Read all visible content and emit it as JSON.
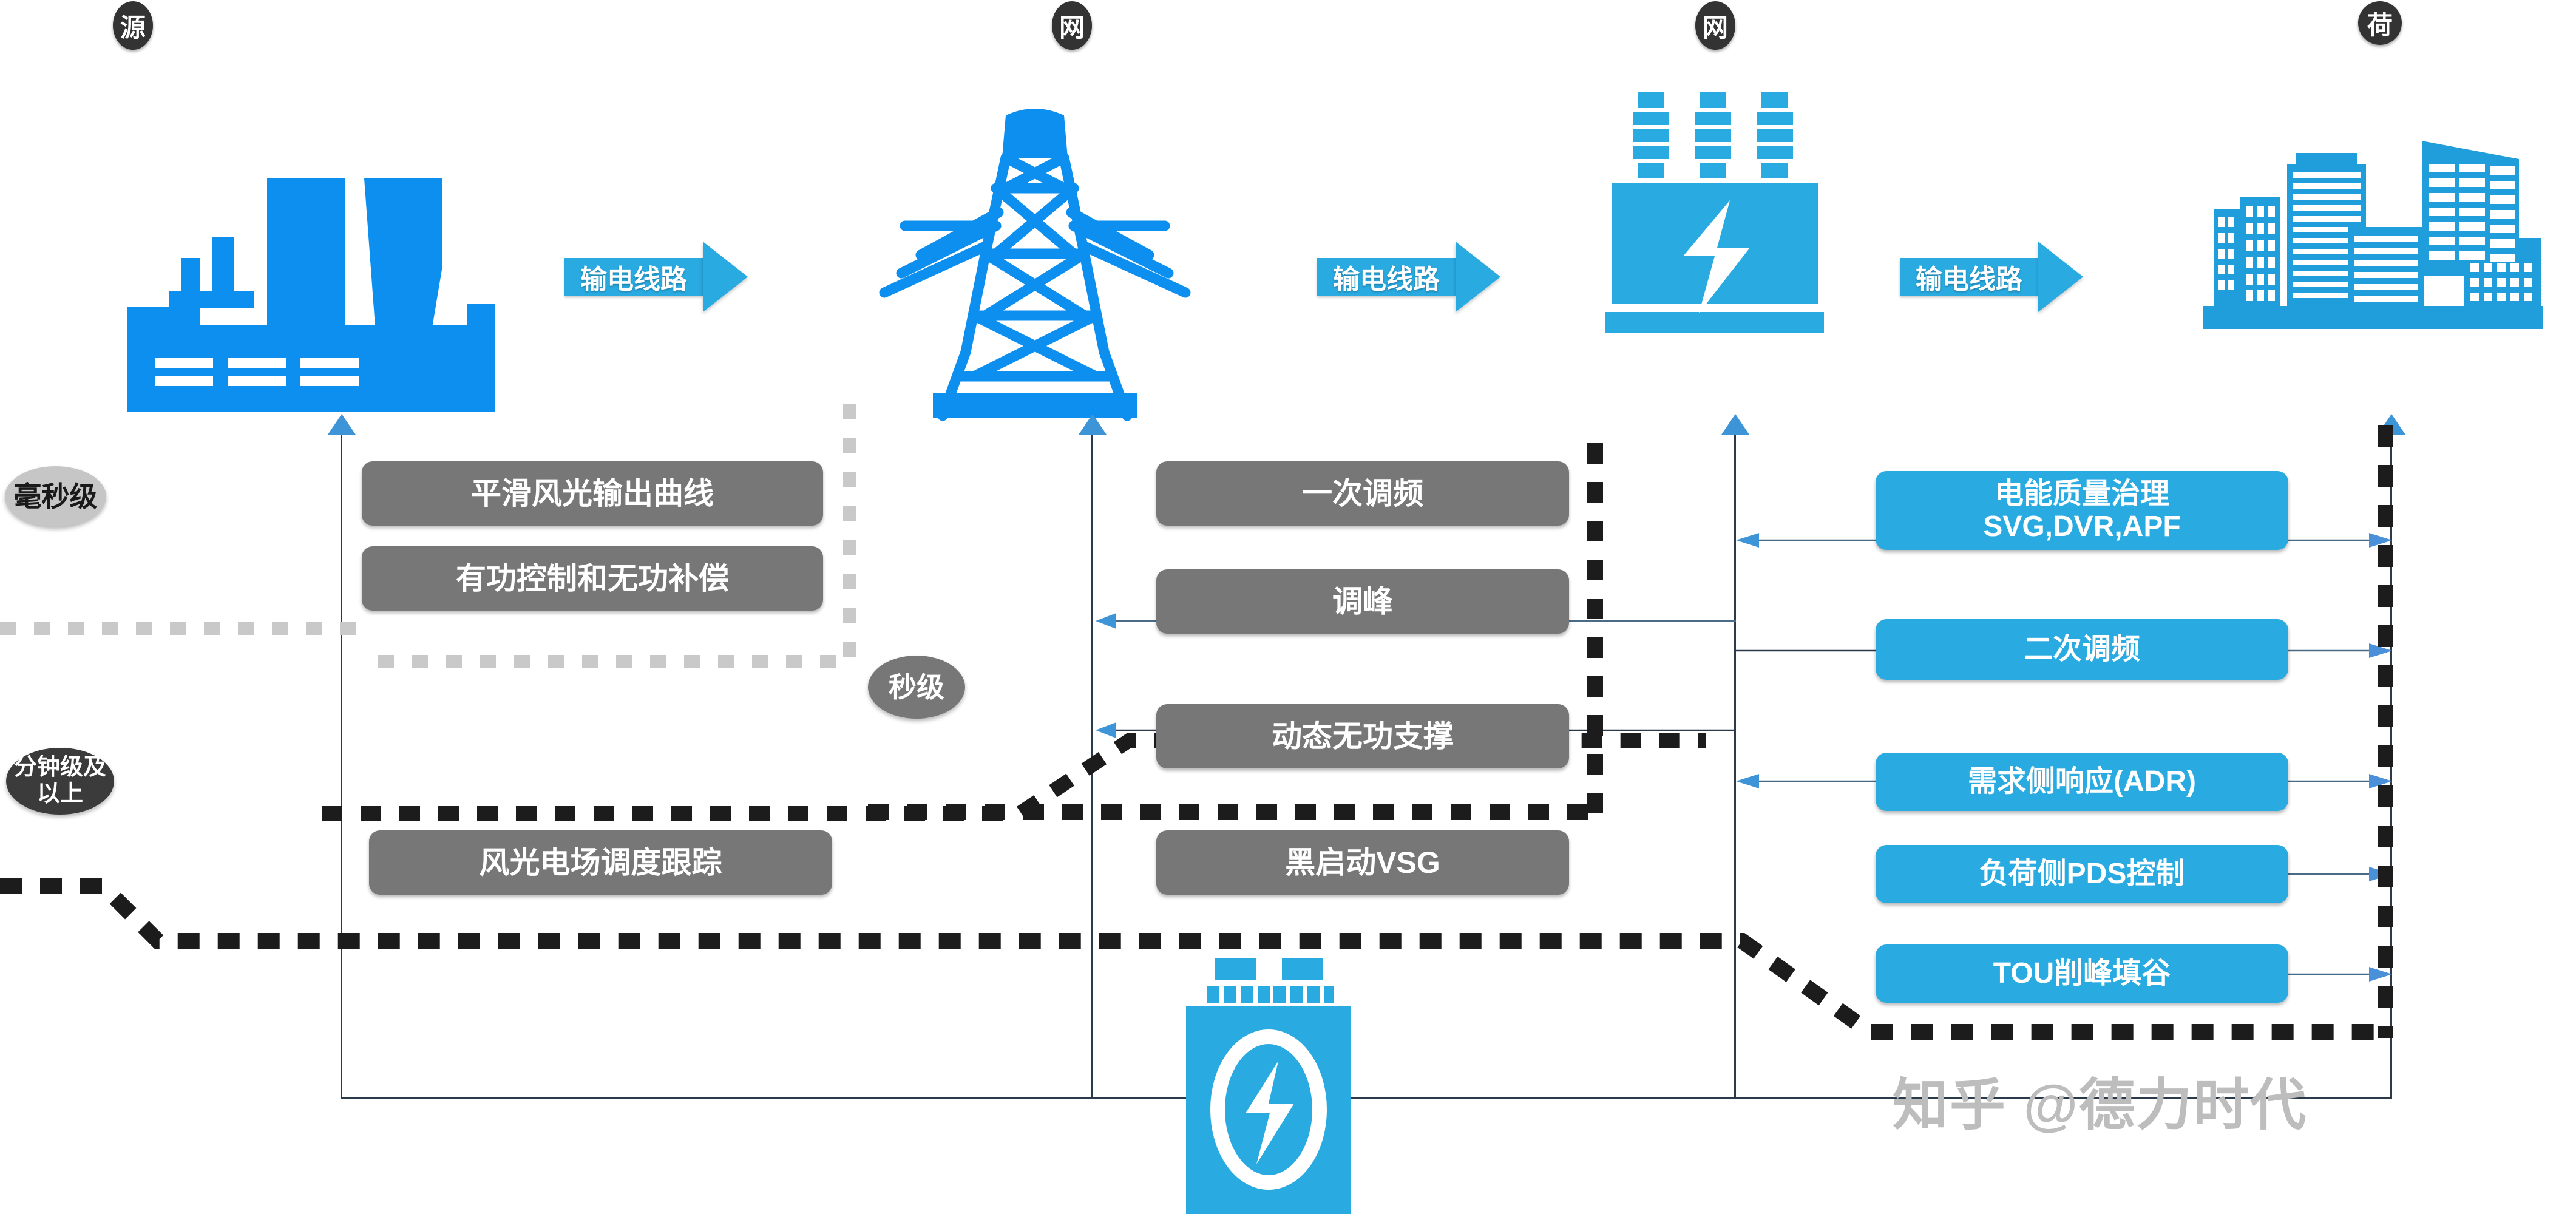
{
  "theme": {
    "accent_blue": "#29ABE2",
    "gray_box": "#777777",
    "badge_dark": "#333333",
    "ellipse_light": "#c6c6c6",
    "ellipse_dark": "#3b3b3b",
    "line_color": "#2b3a4a",
    "background": "#ffffff"
  },
  "stages": [
    {
      "label": "源",
      "icon": "power-plant-icon"
    },
    {
      "label": "网",
      "icon": "transmission-tower-icon"
    },
    {
      "label": "网",
      "icon": "substation-transformer-icon"
    },
    {
      "label": "荷",
      "icon": "city-buildings-icon"
    }
  ],
  "flow_arrows": [
    {
      "label": "输电线路"
    },
    {
      "label": "输电线路"
    },
    {
      "label": "输电线路"
    }
  ],
  "timescales": [
    {
      "label": "毫秒级",
      "tone": "light"
    },
    {
      "label": "秒级",
      "tone": "mid"
    },
    {
      "label": "分钟级及\n以上",
      "line1": "分钟级及",
      "line2": "以上",
      "tone": "dark"
    }
  ],
  "source_measures": [
    {
      "label": "平滑风光输出曲线"
    },
    {
      "label": "有功控制和无功补偿"
    },
    {
      "label": "风光电场调度跟踪"
    }
  ],
  "grid_measures": [
    {
      "label": "一次调频"
    },
    {
      "label": "调峰"
    },
    {
      "label": "动态无功支撑"
    },
    {
      "label": "黑启动VSG"
    }
  ],
  "load_measures": [
    {
      "line1": "电能质量治理",
      "line2": "SVG,DVR,APF"
    },
    {
      "line1": "二次调频",
      "line2": ""
    },
    {
      "line1": "需求侧响应(ADR)",
      "line2": ""
    },
    {
      "line1": "负荷侧PDS控制",
      "line2": ""
    },
    {
      "line1": "TOU削峰填谷",
      "line2": ""
    }
  ],
  "storage": {
    "icon": "battery-storage-icon"
  },
  "watermark": {
    "text": "知乎 @德力时代"
  }
}
